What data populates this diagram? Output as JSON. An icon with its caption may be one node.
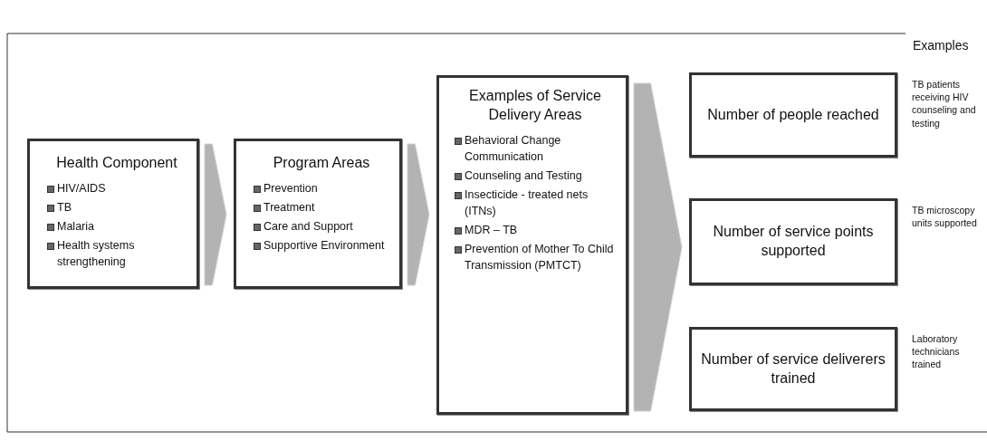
{
  "diagram": {
    "nodes": [
      {
        "text": [
          "Health Component",
          "HIV/AIDS",
          "TB",
          "Malaria",
          "Health systems strengthening"
        ]
      },
      {
        "text": [
          "Program Areas",
          "Prevention",
          "Treatment",
          "Care and Support",
          "Supportive Environment"
        ]
      },
      {
        "text": [
          "Examples of Service Delivery Areas",
          "Behavioral Change Communication",
          "Counseling and Testing",
          "Insecticide - treated nets (ITNs)",
          "MDR – TB",
          "Prevention of Mother To Child Transmission (PMTCT)"
        ]
      },
      {
        "text": [
          "Number of people reached"
        ],
        "beside": [
          "TB patients receiving HIV counseling and testing"
        ]
      },
      {
        "text": [
          "Number of service points supported"
        ],
        "beside": [
          "TB microscopy units supported"
        ]
      },
      {
        "text": [
          "Number of service deliverers trained"
        ],
        "beside": [
          "Laboratory technicians trained"
        ]
      }
    ],
    "edges": [
      {
        "from": 0,
        "to": 1,
        "arrow": "to"
      },
      {
        "from": 1,
        "to": 2,
        "arrow": "to"
      },
      {
        "from": 2,
        "to": 4,
        "arrow": "to"
      }
    ],
    "labels": [
      "Examples"
    ]
  }
}
